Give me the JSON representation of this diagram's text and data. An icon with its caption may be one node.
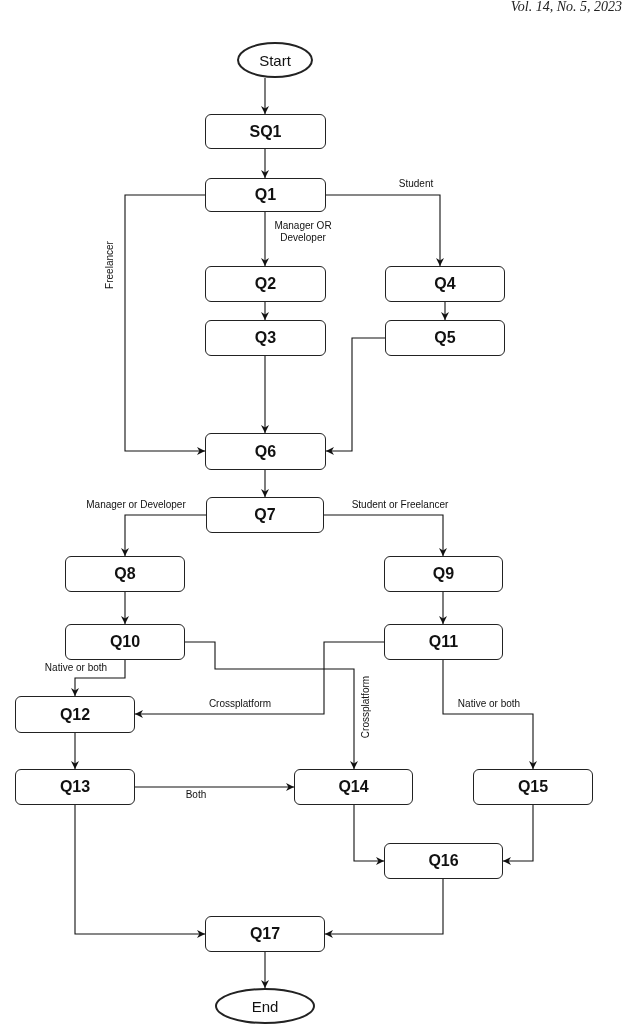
{
  "diagram": {
    "nodes": [
      {
        "text": [
          "Start"
        ]
      },
      {
        "text": [
          "SQ1"
        ]
      },
      {
        "text": [
          "Q1"
        ]
      },
      {
        "text": [
          "Q2"
        ]
      },
      {
        "text": [
          "Q4"
        ]
      },
      {
        "text": [
          "Q3"
        ]
      },
      {
        "text": [
          "Q5"
        ]
      },
      {
        "text": [
          "Q6"
        ]
      },
      {
        "text": [
          "Q7"
        ]
      },
      {
        "text": [
          "Q8"
        ]
      },
      {
        "text": [
          "Q9"
        ]
      },
      {
        "text": [
          "Q10"
        ]
      },
      {
        "text": [
          "Q11"
        ]
      },
      {
        "text": [
          "Q12"
        ]
      },
      {
        "text": [
          "Q13"
        ]
      },
      {
        "text": [
          "Q14"
        ]
      },
      {
        "text": [
          "Q15"
        ]
      },
      {
        "text": [
          "Q16"
        ]
      },
      {
        "text": [
          "Q17"
        ]
      },
      {
        "text": [
          "End"
        ]
      }
    ],
    "edges": [
      {
        "from": 0,
        "to": 1,
        "arrow": "to"
      },
      {
        "from": 1,
        "to": 2,
        "arrow": "to"
      },
      {
        "from": 2,
        "to": 3,
        "arrow": "to",
        "label": "Manager OR Developer"
      },
      {
        "from": 2,
        "to": 4,
        "arrow": "to",
        "label": "Student"
      },
      {
        "from": 2,
        "to": 7,
        "arrow": "to",
        "label": "Freelancer"
      },
      {
        "from": 3,
        "to": 5,
        "arrow": "to"
      },
      {
        "from": 5,
        "to": 7,
        "arrow": "to"
      },
      {
        "from": 4,
        "to": 6,
        "arrow": "to"
      },
      {
        "from": 6,
        "to": 7,
        "arrow": "to"
      },
      {
        "from": 7,
        "to": 8,
        "arrow": "to"
      },
      {
        "from": 8,
        "to": 9,
        "arrow": "to",
        "label": "Manager or Developer"
      },
      {
        "from": 8,
        "to": 10,
        "arrow": "to",
        "label": "Student or  Freelancer"
      },
      {
        "from": 9,
        "to": 11,
        "arrow": "to"
      },
      {
        "from": 10,
        "to": 12,
        "arrow": "to"
      },
      {
        "from": 11,
        "to": 13,
        "arrow": "to",
        "label": "Native or both"
      },
      {
        "from": 11,
        "to": 15,
        "arrow": "to",
        "label": "Crossplatform"
      },
      {
        "from": 12,
        "to": 13,
        "arrow": "to",
        "label": "Crossplatform"
      },
      {
        "from": 12,
        "to": 16,
        "arrow": "to",
        "label": "Native or both"
      },
      {
        "from": 13,
        "to": 14,
        "arrow": "to"
      },
      {
        "from": 14,
        "to": 15,
        "arrow": "to",
        "label": "Both"
      },
      {
        "from": 15,
        "to": 17,
        "arrow": "to"
      },
      {
        "from": 16,
        "to": 17,
        "arrow": "to"
      },
      {
        "from": 14,
        "to": 18,
        "arrow": "to"
      },
      {
        "from": 17,
        "to": 18,
        "arrow": "to"
      },
      {
        "from": 18,
        "to": 19,
        "arrow": "to"
      }
    ],
    "labels": [
      "Vol. 14, No. 5, 2023"
    ]
  }
}
